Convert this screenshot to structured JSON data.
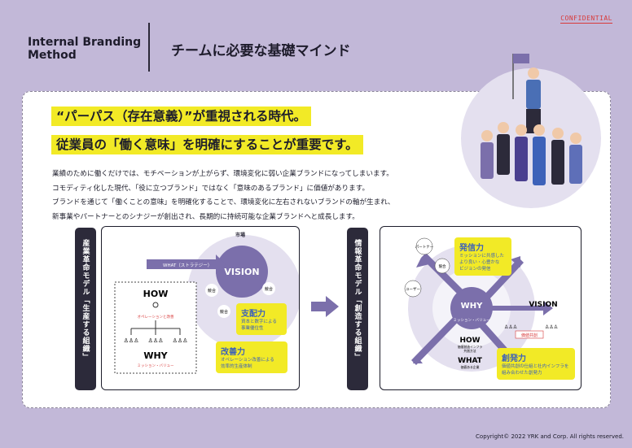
{
  "header": {
    "confidential": "CONFIDENTIAL",
    "brand_line1": "Internal Branding",
    "brand_line2": "Method",
    "page_title": "チームに必要な基礎マインド"
  },
  "headlines": [
    "“パーパス（存在意義）”が重視される時代。",
    "従業員の「働く意味」を明確にすることが重要です。"
  ],
  "body_lines": [
    "業績のために働くだけでは、モチベーションが上がらず、環境変化に弱い企業ブランドになってしまいます。",
    "コモディティ化した現代、「役に立つブランド」ではなく「意味のあるブランド」に価値があります。",
    "ブランドを通じて「働くことの意味」を明確化することで、環境変化に左右されないブランドの軸が生まれ、",
    "新事業やパートナーとのシナジーが創出され、長期的に持続可能な企業ブランドへと成長します。"
  ],
  "left_model": {
    "label": "産業革命モデル「生産する組織」",
    "market": "市場",
    "what": "WHAT（ストラテジー）",
    "vision": "VISION",
    "how": "HOW",
    "how_sub": "オペレーションと改善",
    "why": "WHY",
    "why_sub": "ミッション・バリュー",
    "merge": [
      "競合",
      "競合",
      "競合"
    ],
    "box1_title": "支配力",
    "box1_sub": [
      "資本と数字による",
      "事業優位性"
    ],
    "box2_title": "改善力",
    "box2_sub": [
      "オペレーション改善による",
      "効率的生産体制"
    ]
  },
  "right_model": {
    "label": "情報革命モデル「創造する組織」",
    "partner": "パートナー",
    "competitor": "競合",
    "user": "ユーザー",
    "why": "WHY",
    "why_sub": "ミッション・バリュー",
    "how": "HOW",
    "how_sub": [
      "価値創造インフラ",
      "共創方法"
    ],
    "what": "WHAT",
    "what_sub": "価値ある企業",
    "vision": "VISION",
    "cocreate": "価値共創",
    "box1_title": "発信力",
    "box1_sub": [
      "ミッションに共感した",
      "より良い・心豊かな",
      "ビジョンの発信"
    ],
    "box2_title": "創発力",
    "box2_sub": [
      "価値共創の仕組と社内インフラを",
      "組み合わせた創発力"
    ]
  },
  "colors": {
    "bg": "#c2b8d8",
    "yellow": "#f2ea26",
    "purple": "#7b6fab",
    "navy": "#2c2a3a",
    "blue": "#3d62b9"
  },
  "copyright": "Copyright© 2022 YRK and Corp. All rights reserved."
}
